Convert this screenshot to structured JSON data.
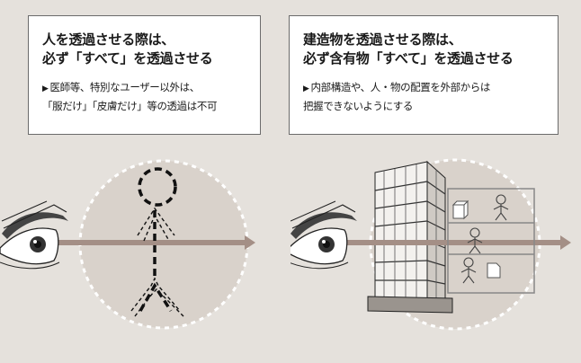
{
  "left_panel": {
    "title_line1": "人を透過させる際は、",
    "title_line2": "必ず「すべて」を透過させる",
    "note_marker": "▶",
    "note_line1": "医師等、特別なユーザー以外は、",
    "note_line2": "「服だけ」「皮膚だけ」等の透過は不可"
  },
  "right_panel": {
    "title_line1": "建造物を透過させる際は、",
    "title_line2": "必ず含有物「すべて」を透過させる",
    "note_marker": "▶",
    "note_line1": "内部構造や、人・物の配置を外部からは",
    "note_line2": "把握できないようにする"
  },
  "colors": {
    "background": "#e5e1dc",
    "circle_fill": "#d9d2cb",
    "arrow": "#a48f86",
    "card_border": "#6b6b6b",
    "ink": "#1a1a1a"
  },
  "icons": [
    "eye-icon",
    "dashed-person-icon",
    "building-icon",
    "person-icon",
    "box-icon",
    "document-icon"
  ]
}
